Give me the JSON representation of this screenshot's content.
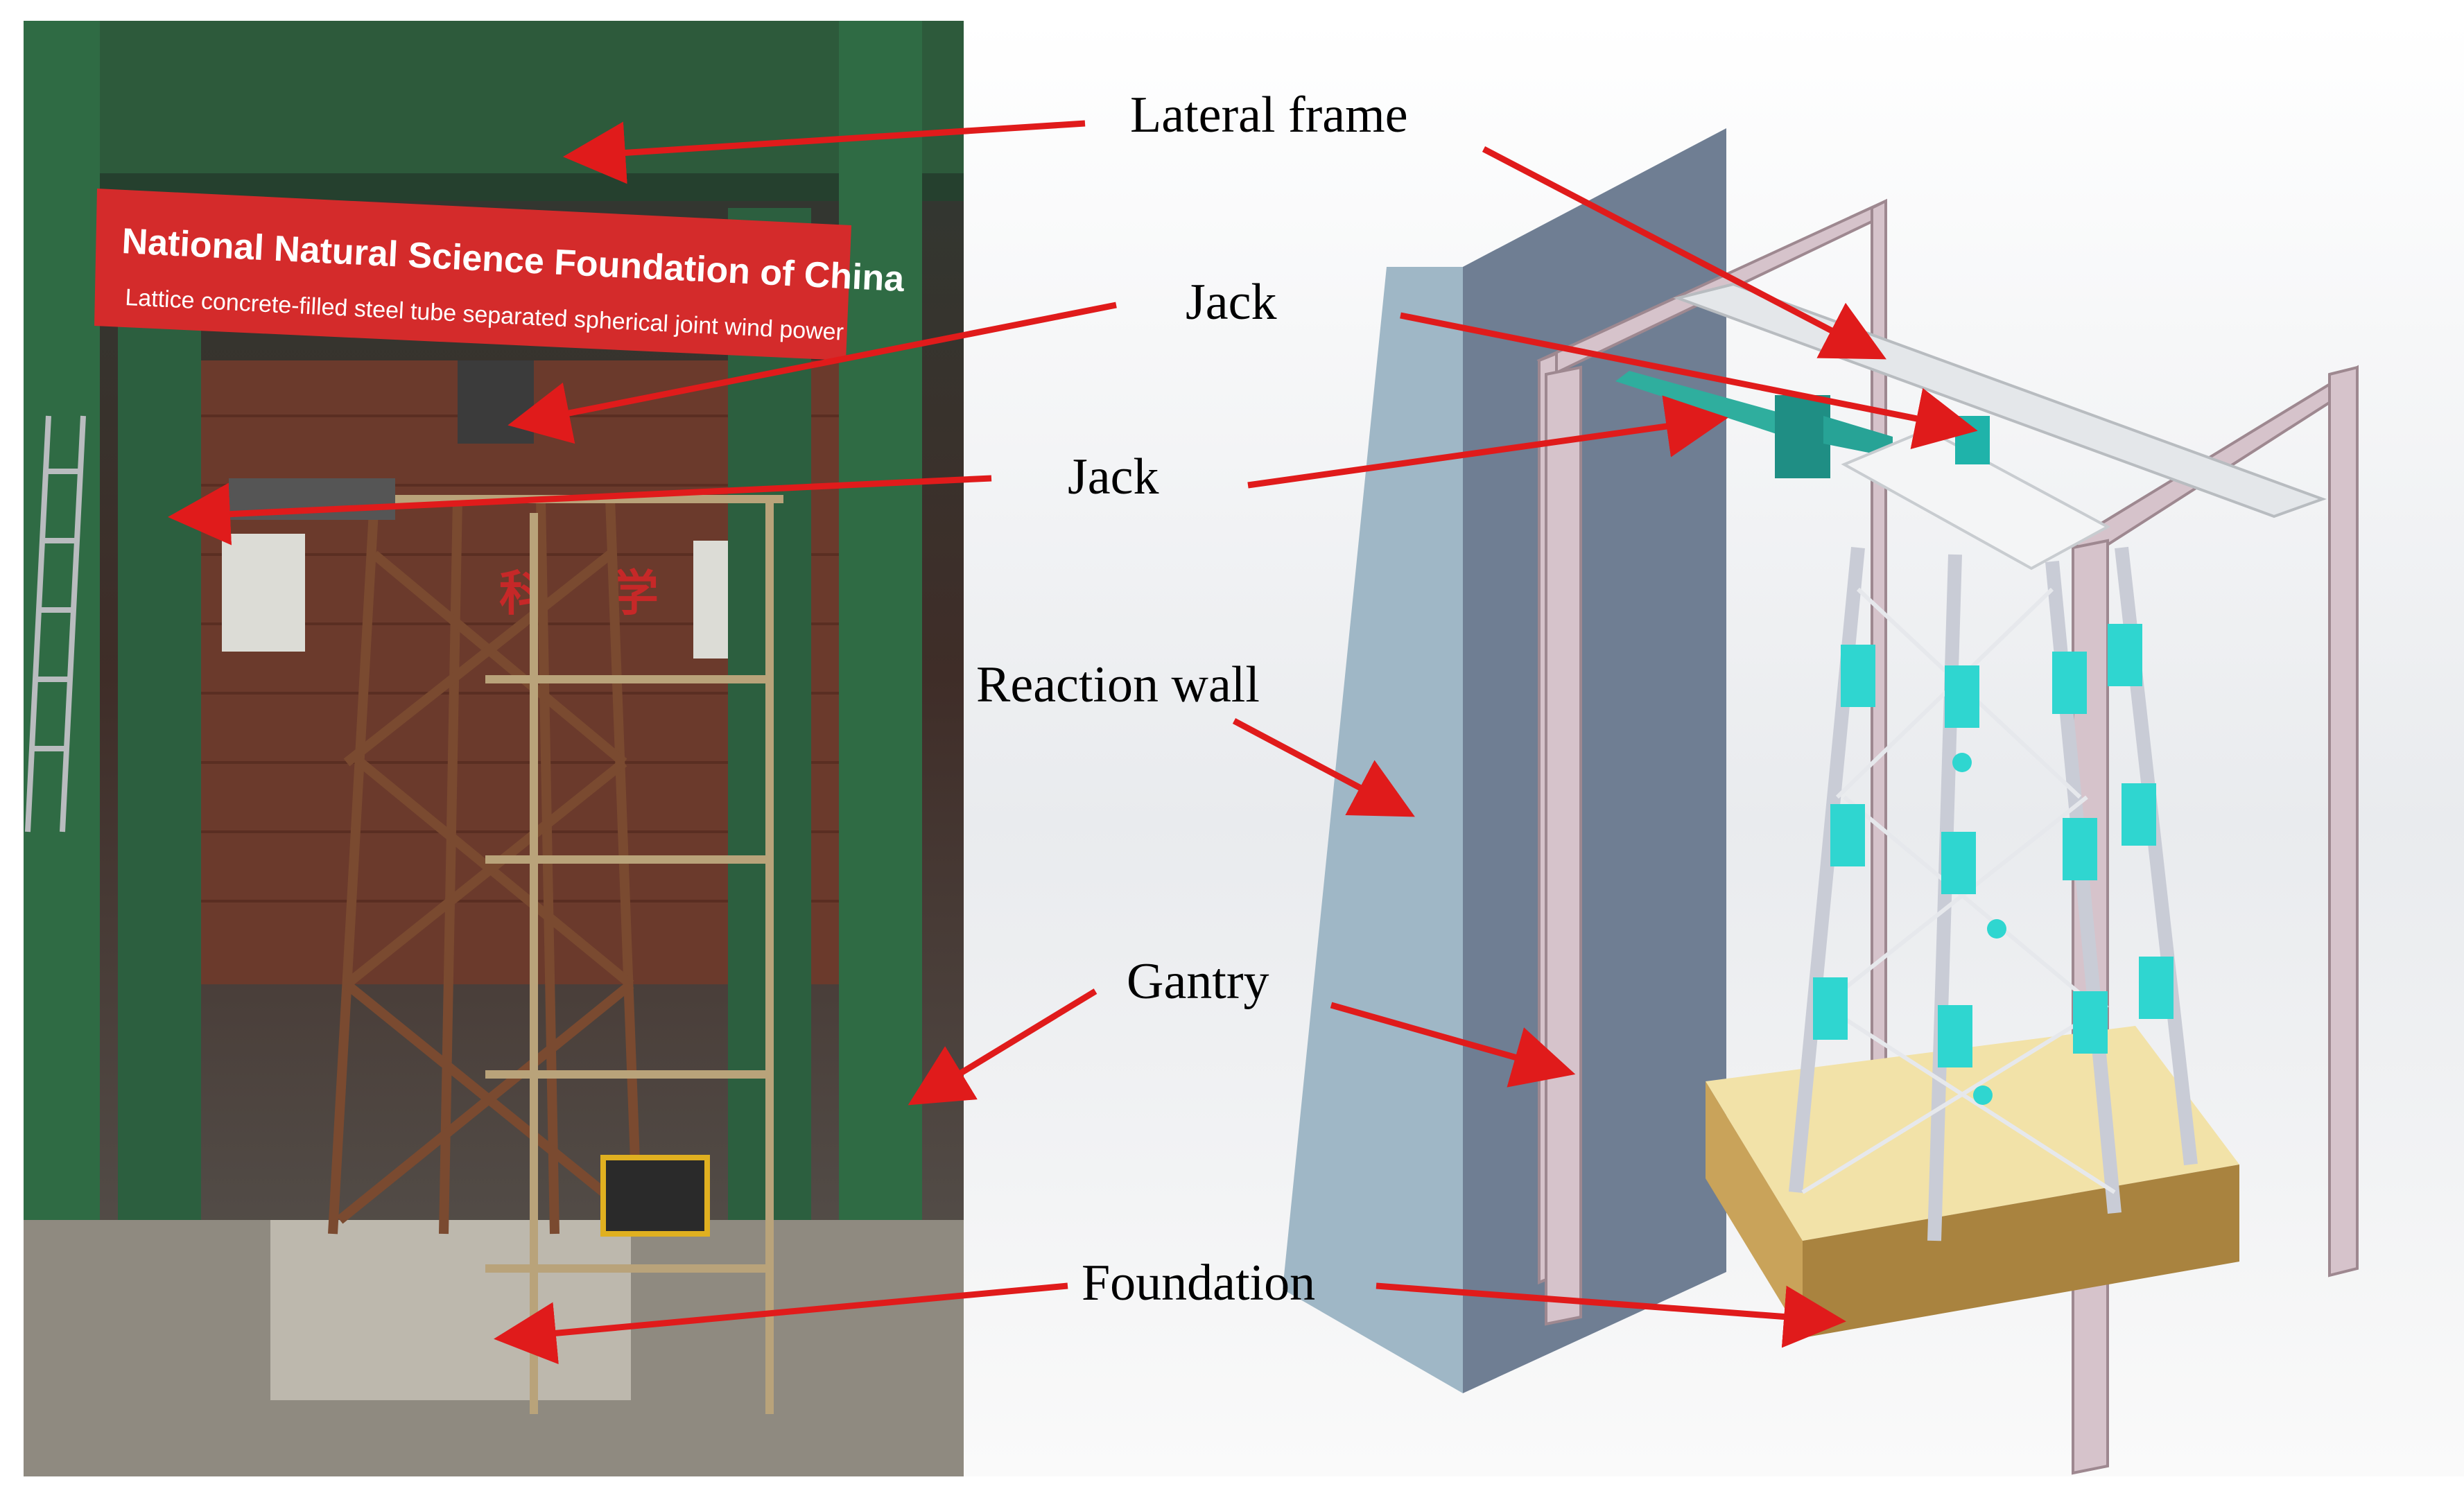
{
  "photo": {
    "banner_title": "National Natural Science Foundation of China",
    "banner_subtitle": "Lattice concrete-filled steel tube separated spherical joint wind power",
    "wall_sign": [
      "科",
      "学"
    ]
  },
  "labels": {
    "lateral_frame": "Lateral frame",
    "jack_top": "Jack",
    "jack_side": "Jack",
    "reaction_wall": "Reaction wall",
    "gantry": "Gantry",
    "foundation": "Foundation"
  },
  "colors": {
    "arrow": "#e01b1b",
    "banner": "#d42b2b",
    "steel_green": "#2e5d3c",
    "joint_cyan": "#2fd6d0",
    "wall": "#8ea1b6",
    "foundation_top": "#f2e2a8",
    "foundation_side": "#a9833f"
  }
}
